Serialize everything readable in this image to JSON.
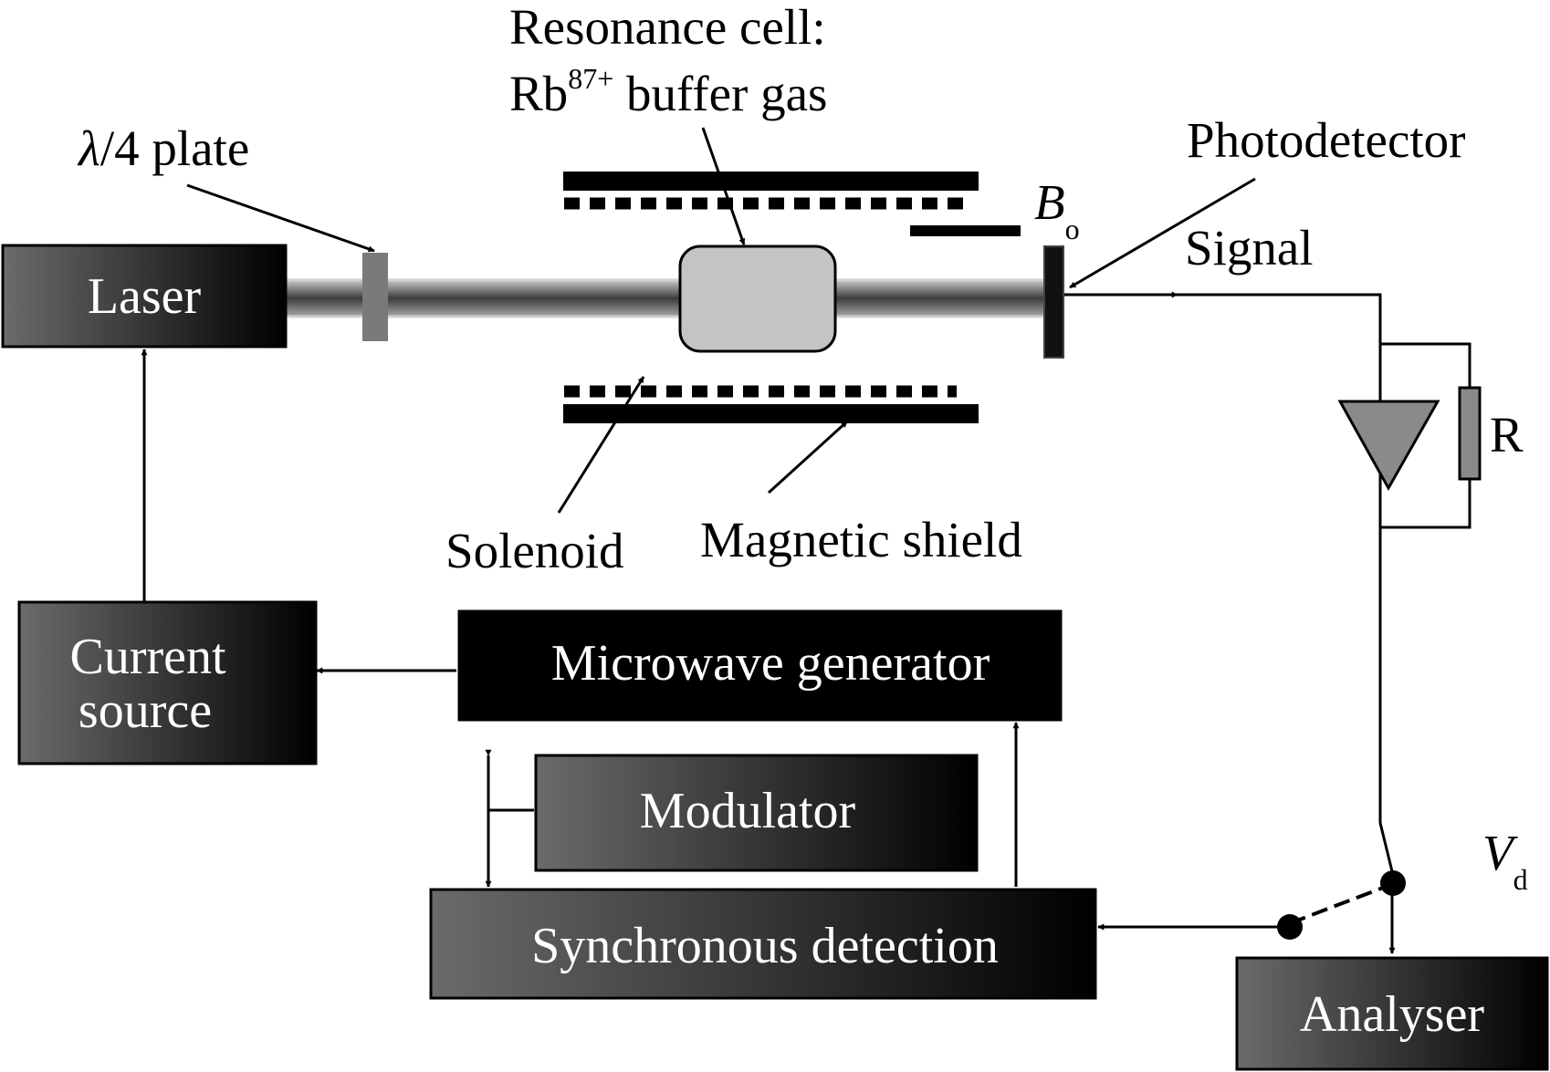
{
  "colors": {
    "background": "#ffffff",
    "line": "#000000",
    "box_gradient_start": "#6b6b6b",
    "box_gradient_end": "#000000",
    "beam_light": "#c8c8c8",
    "cell_fill": "#c4c4c4",
    "amplifier_fill": "#8a8a8a"
  },
  "labels": {
    "resonance_cell_line1": "Resonance cell:",
    "resonance_cell_rb": "Rb",
    "resonance_cell_sup": "87+",
    "resonance_cell_rest": " buffer gas",
    "quarter_wave_lambda": "λ",
    "quarter_wave_rest": "/4 plate",
    "photodetector": "Photodetector",
    "b_field": "B",
    "b_field_sub": "o",
    "signal": "Signal",
    "resistor": "R",
    "solenoid": "Solenoid",
    "magnetic_shield": "Magnetic shield",
    "voltage": "V",
    "voltage_sub": "d"
  },
  "blocks": {
    "laser": "Laser",
    "current_source_line1": "Current",
    "current_source_line2": "source",
    "microwave_generator": "Microwave generator",
    "modulator": "Modulator",
    "synchronous_detection": "Synchronous detection",
    "analyser": "Analyser"
  }
}
